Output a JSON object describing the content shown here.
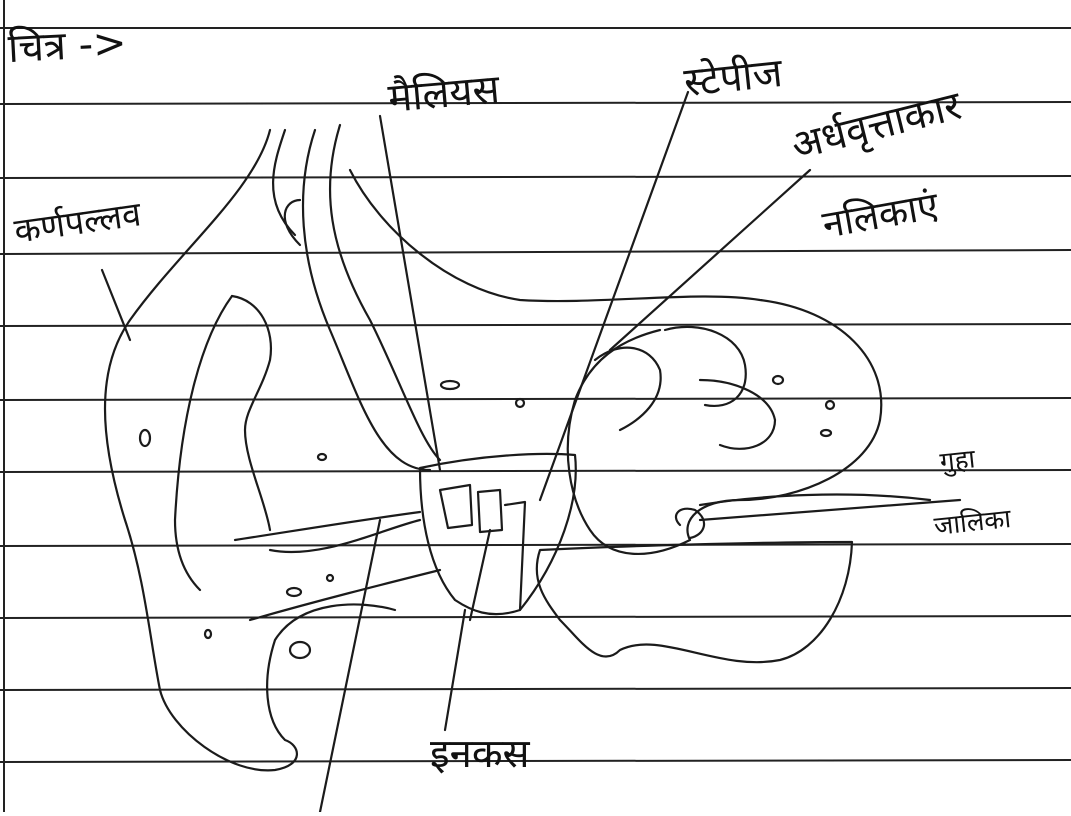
{
  "diagram": {
    "title": "चित्र ->",
    "labels": {
      "malleus": "मैलियस",
      "stapes": "स्टेपीज",
      "semicircular_line1": "अर्धवृत्ताकार",
      "semicircular_line2": "नलिकाएं",
      "pinna": "कर्णपल्लव",
      "cochlea_line1": "गुहा",
      "cochlea_line2": "जालिका",
      "incus": "इनकस"
    }
  }
}
